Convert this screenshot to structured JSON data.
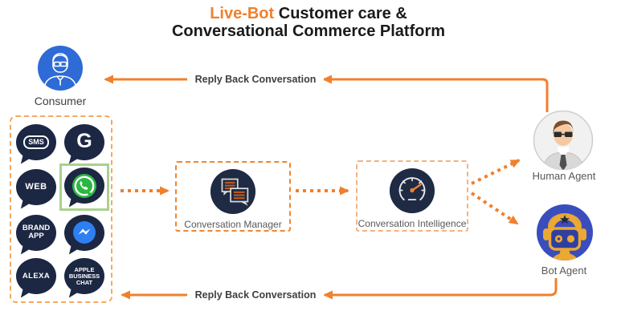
{
  "title": {
    "brand": "Live-Bot",
    "line1_rest": " Customer care &",
    "line2": "Conversational Commerce Platform"
  },
  "consumer": {
    "label": "Consumer",
    "icon": "consumer-avatar-icon"
  },
  "channels": {
    "items": [
      {
        "id": "sms",
        "label": "SMS"
      },
      {
        "id": "google",
        "label": "G"
      },
      {
        "id": "web",
        "label": "WEB"
      },
      {
        "id": "whatsapp",
        "label": "",
        "icon": "whatsapp-icon",
        "highlighted": true
      },
      {
        "id": "brand-app",
        "label": "BRAND\nAPP"
      },
      {
        "id": "messenger",
        "label": "",
        "icon": "messenger-icon"
      },
      {
        "id": "alexa",
        "label": "ALEXA"
      },
      {
        "id": "apple-business-chat",
        "label": "APPLE\nBUSINESS\nCHAT"
      }
    ]
  },
  "nodes": {
    "conversation_manager": {
      "label": "Conversation Manager",
      "icon": "chat-bubbles-icon"
    },
    "conversation_intelligence": {
      "label": "Conversation Intelligence",
      "icon": "gauge-icon"
    },
    "human_agent": {
      "label": "Human Agent",
      "icon": "human-agent-avatar-icon"
    },
    "bot_agent": {
      "label": "Bot Agent",
      "icon": "robot-icon"
    }
  },
  "arrows": {
    "reply_top_label": "Reply Back Conversation",
    "reply_bottom_label": "Reply Back Conversation"
  },
  "colors": {
    "orange": "#F0802D",
    "navy": "#1C2743",
    "consumer_blue": "#2E6BD6",
    "bot_blue": "#3A4DBD",
    "robot_gold": "#EBA832",
    "whatsapp_green": "#2CB742",
    "messenger_blue": "#2E7FF2",
    "highlight_green": "#A9D18E",
    "label_gray": "#595959"
  }
}
